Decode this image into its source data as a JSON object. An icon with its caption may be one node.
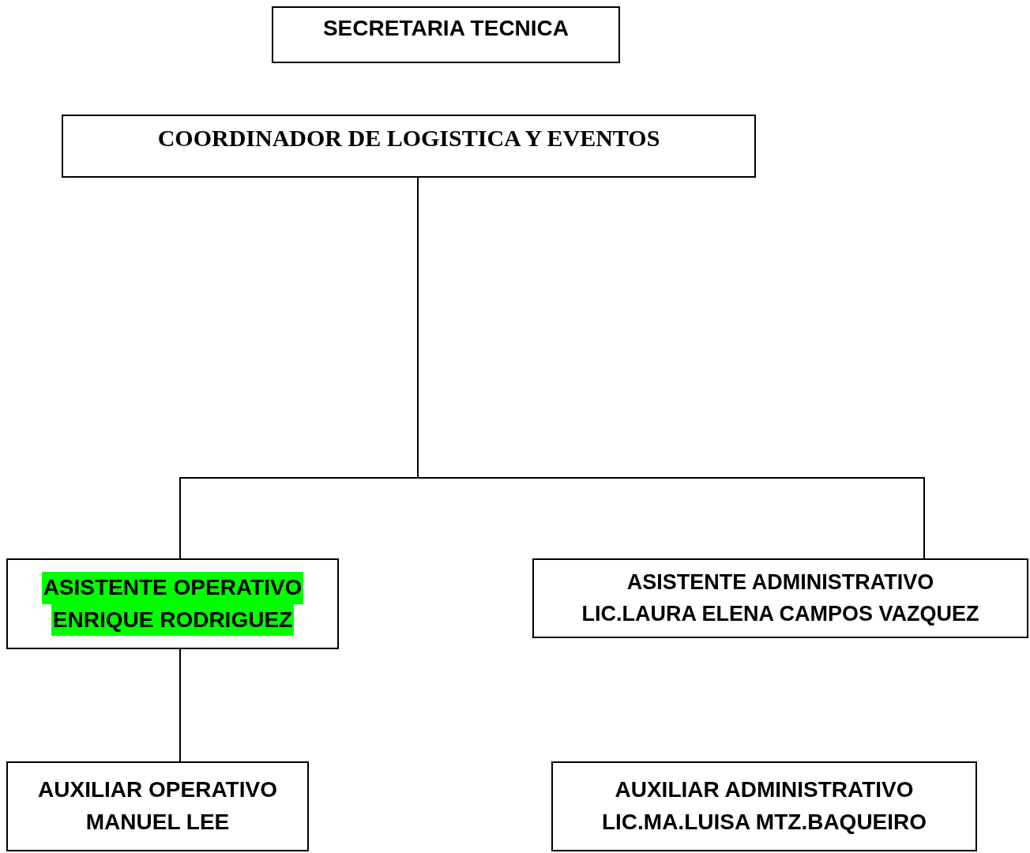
{
  "diagram": {
    "nodes": [
      {
        "text": [
          "SECRETARIA TECNICA"
        ]
      },
      {
        "text": [
          "COORDINADOR DE LOGISTICA Y EVENTOS"
        ]
      },
      {
        "text": [
          "ASISTENTE OPERATIVO",
          "ENRIQUE RODRIGUEZ"
        ]
      },
      {
        "text": [
          "ASISTENTE ADMINISTRATIVO",
          "LIC.LAURA ELENA CAMPOS VAZQUEZ"
        ]
      },
      {
        "text": [
          "AUXILIAR OPERATIVO",
          "MANUEL LEE"
        ]
      },
      {
        "text": [
          "AUXILIAR ADMINISTRATIVO",
          "LIC.MA.LUISA MTZ.BAQUEIRO"
        ]
      }
    ],
    "edges": [
      {
        "from": 1,
        "to": 2,
        "arrow": "none"
      },
      {
        "from": 1,
        "to": 3,
        "arrow": "none"
      },
      {
        "from": 2,
        "to": 4,
        "arrow": "none"
      }
    ]
  }
}
